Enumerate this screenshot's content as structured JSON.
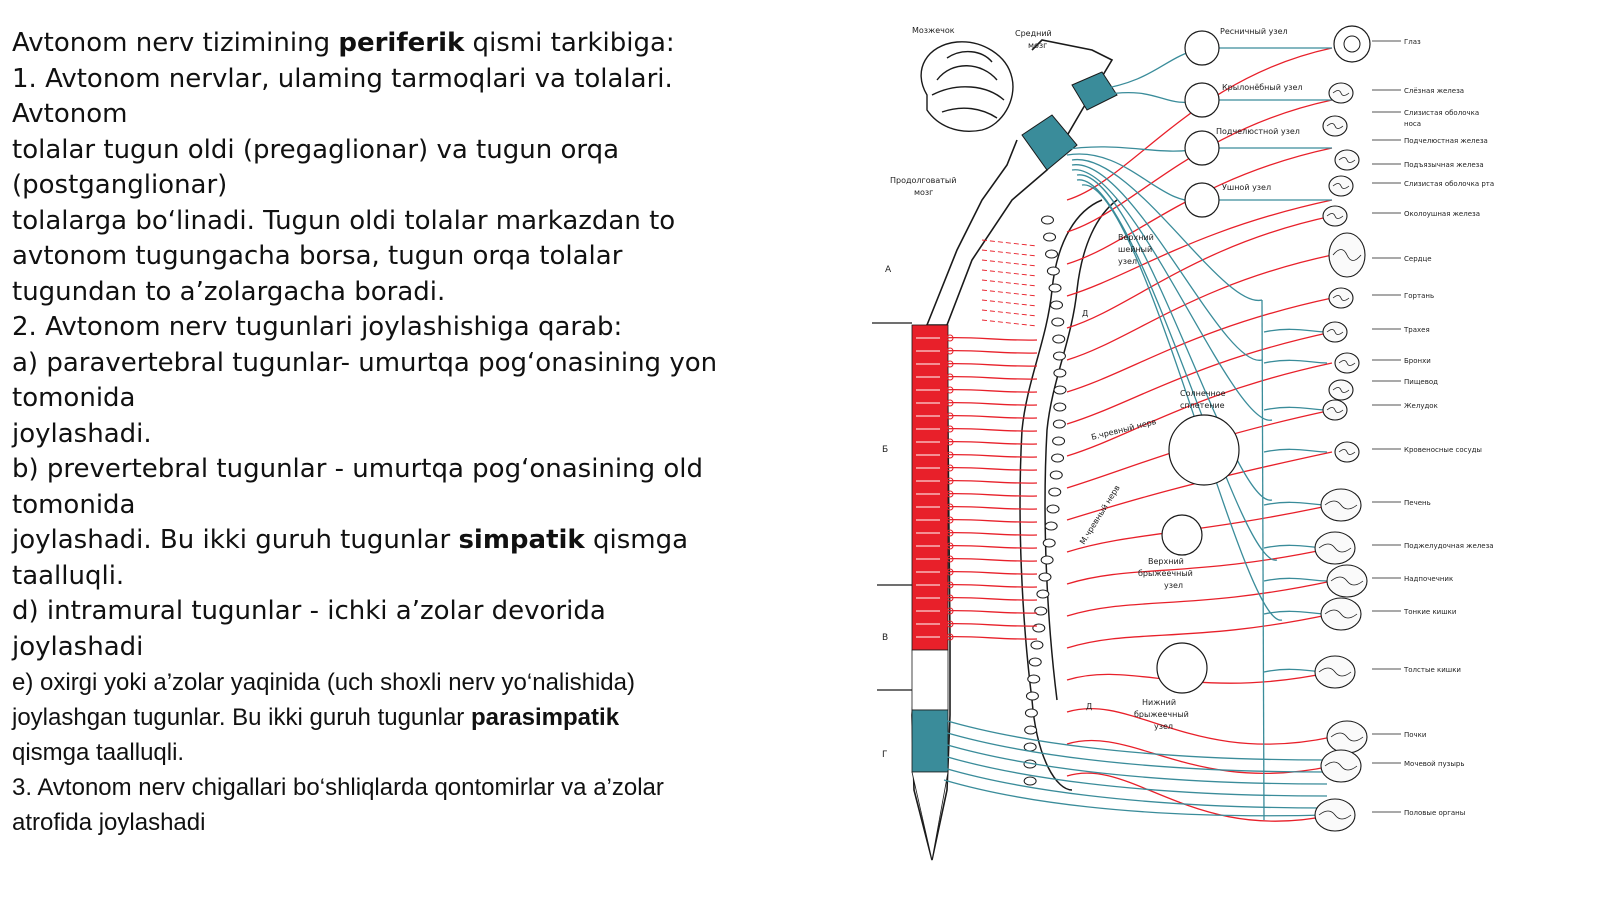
{
  "text": {
    "l1_a": "Avtonom nerv tizimining ",
    "l1_b": "periferik",
    "l1_c": " qismi tarkibiga:",
    "l2": "1. Avtonom nervlar, ulaming tarmoqlari va tolalari.",
    "l3": "Avtonom",
    "l4": "tolalar tugun oldi (pregaglionar) va tugun orqa",
    "l5": "(postganglionar)",
    "l6": "tolalarga bo‘linadi. Tugun oldi tolalar markazdan to",
    "l7": "avtonom tugungacha borsa, tugun orqa tolalar",
    "l8": "tugundan to a’zolargacha boradi.",
    "l9": "2. Avtonom nerv tugunlari joylashishiga qarab:",
    "l10": "a) paravertebral tugunlar- umurtqa pog‘onasining yon",
    "l11": "tomonida",
    "l12": "joylashadi.",
    "l13": "b) prevertebral tugunlar - umurtqa pog‘onasining old",
    "l14": "tomonida",
    "l15_a": "joylashadi. Bu ikki guruh tugunlar ",
    "l15_b": "simpatik",
    "l15_c": " qismga",
    "l16": "taalluqli.",
    "l17": "d) intramural tugunlar - ichki a’zolar devorida",
    "l18": "joylashadi",
    "l19": "e) oxirgi yoki a’zolar yaqinida (uch shoxli nerv yo‘nalishida)",
    "l20_a": "joylashgan tugunlar. Bu ikki guruh tugunlar ",
    "l20_b": "parasimpatik",
    "l21": "qismga taalluqli.",
    "l22": "3. Avtonom nerv chigallari bo‘shliqlarda qontomirlar va a’zolar",
    "l23": "atrofida joylashadi"
  },
  "diagram": {
    "top_labels": {
      "cerebellum": "Мозжечок",
      "midbrain_1": "Средний",
      "midbrain_2": "мозг",
      "medulla_1": "Продолговатый",
      "medulla_2": "мозг"
    },
    "ganglia": {
      "ciliary": "Ресничный узел",
      "pterygopalatine": "Крылонёбный узел",
      "submandibular": "Подчелюстной узел",
      "otic": "Ушной узел",
      "sup_cervical_1": "Верхний",
      "sup_cervical_2": "шейный",
      "sup_cervical_3": "узел",
      "solar_1": "Солнечное",
      "solar_2": "сплетение",
      "sup_mesenteric_1": "Верхний",
      "sup_mesenteric_2": "брыжеечный",
      "sup_mesenteric_3": "узел",
      "inf_mesenteric_1": "Нижний",
      "inf_mesenteric_2": "брыжеечный",
      "inf_mesenteric_3": "узел",
      "greater_splanchnic": "Б.чревный нерв",
      "lesser_splanchnic": "М.чревный нерв",
      "trunk_d1": "Д",
      "trunk_d2": "Д"
    },
    "section_letters": [
      "А",
      "Б",
      "В",
      "Г"
    ],
    "organs": [
      "Глаз",
      "Слёзная железа",
      "Слизистая оболочка",
      "носа",
      "Подчелюстная железа",
      "Подъязычная железа",
      "Слизистая оболочка рта",
      "Околоушная железа",
      "Сердце",
      "Гортань",
      "Трахея",
      "Бронхи",
      "Пищевод",
      "Желудок",
      "Кровеносные сосуды",
      "Печень",
      "Поджелудочная железа",
      "Надпочечник",
      "Тонкие кишки",
      "Толстые кишки",
      "Почки",
      "Мочевой пузырь",
      "Половые органы"
    ],
    "colors": {
      "sympathetic": "#e8202a",
      "parasympathetic": "#3a8c9a",
      "outline": "#1a1a1a"
    }
  }
}
